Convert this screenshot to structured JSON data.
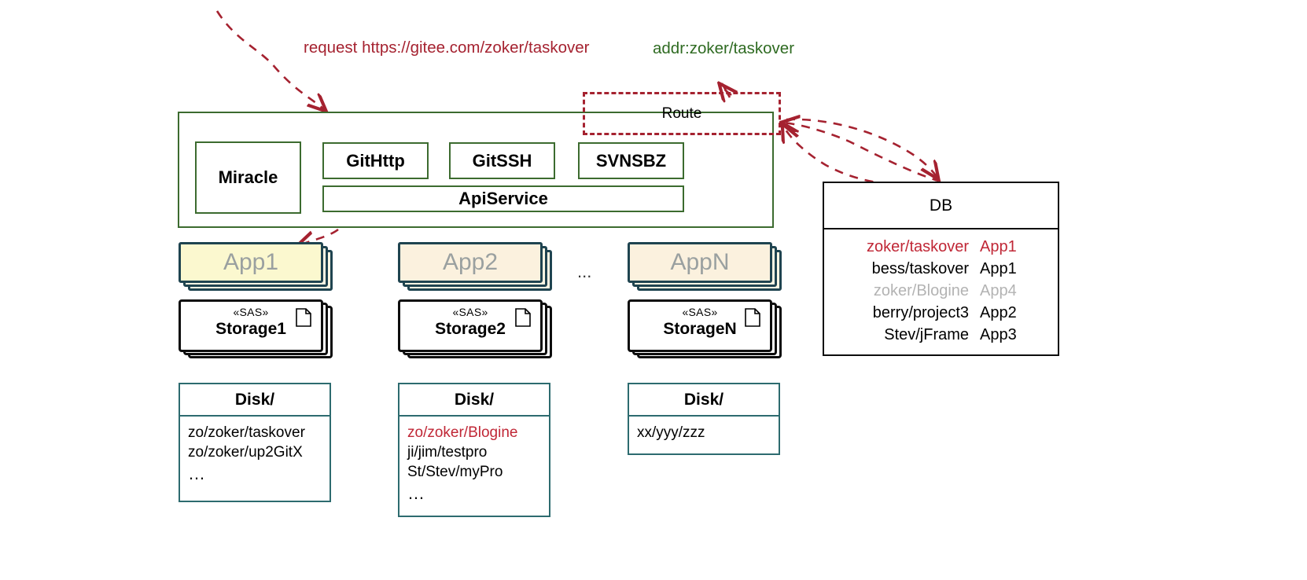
{
  "annotations": {
    "request_label": "request https://gitee.com/zoker/taskover",
    "addr_label": "addr:zoker/taskover",
    "request_color": "#a52230",
    "addr_color": "#2f6b22"
  },
  "route": {
    "label": "Route",
    "border_color": "#a52230"
  },
  "platform": {
    "border_color": "#3c6b2f",
    "services": [
      {
        "name": "Miracle"
      },
      {
        "name": "GitHttp"
      },
      {
        "name": "GitSSH"
      },
      {
        "name": "SVNSBZ"
      },
      {
        "name": "ApiService"
      }
    ]
  },
  "apps": [
    {
      "label": "App1",
      "fill": "#fbf8cf",
      "highlighted": true
    },
    {
      "label": "App2",
      "fill": "#fbf1de",
      "highlighted": false
    },
    {
      "label": "AppN",
      "fill": "#fbf1de",
      "highlighted": false
    }
  ],
  "apps_ellipsis": "...",
  "storages": [
    {
      "stereotype": "«SAS»",
      "label": "Storage1"
    },
    {
      "stereotype": "«SAS»",
      "label": "Storage2"
    },
    {
      "stereotype": "«SAS»",
      "label": "StorageN"
    }
  ],
  "disks": [
    {
      "title": "Disk/",
      "lines": [
        {
          "text": "zo/zoker/taskover",
          "highlighted": false
        },
        {
          "text": "zo/zoker/up2GitX",
          "highlighted": false
        },
        {
          "text": "…",
          "highlighted": false,
          "dots": true
        }
      ]
    },
    {
      "title": "Disk/",
      "lines": [
        {
          "text": "zo/zoker/Blogine",
          "highlighted": true
        },
        {
          "text": "ji/jim/testpro",
          "highlighted": false
        },
        {
          "text": "St/Stev/myPro",
          "highlighted": false
        },
        {
          "text": "…",
          "highlighted": false,
          "dots": true
        }
      ]
    },
    {
      "title": "Disk/",
      "lines": [
        {
          "text": "xx/yyy/zzz",
          "highlighted": false
        }
      ]
    }
  ],
  "db": {
    "title": "DB",
    "rows": [
      {
        "key": "zoker/taskover",
        "value": "App1",
        "style": "highlight"
      },
      {
        "key": "bess/taskover",
        "value": "App1",
        "style": "normal"
      },
      {
        "key": "zoker/Blogine",
        "value": "App4",
        "style": "muted"
      },
      {
        "key": "berry/project3",
        "value": "App2",
        "style": "normal"
      },
      {
        "key": "Stev/jFrame",
        "value": "App3",
        "style": "normal"
      }
    ],
    "highlight_color": "#c02736",
    "muted_color": "#b3b3b3"
  }
}
